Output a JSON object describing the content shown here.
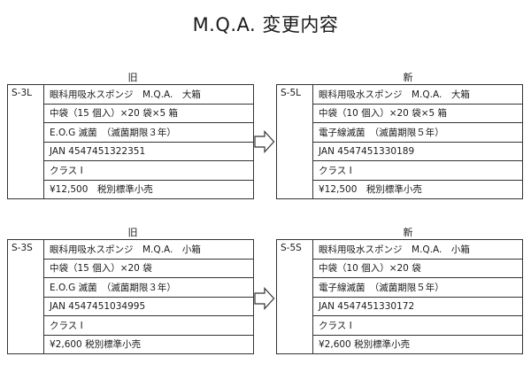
{
  "title": "M.Q.A. 変更内容",
  "arrow_icon": "right-hollow-arrow-icon",
  "sections": [
    {
      "old": {
        "label": "旧",
        "code": "S-3L",
        "rows": [
          "眼科用吸水スポンジ　M.Q.A.　大箱",
          "中袋（15 個入）×20 袋×5 箱",
          "E.O.G 滅菌　（滅菌期限３年）",
          "JAN 4547451322351",
          "クラス I",
          "¥12,500　税別標準小売"
        ]
      },
      "new": {
        "label": "新",
        "code": "S-5L",
        "rows": [
          "眼科用吸水スポンジ　M.Q.A.　大箱",
          "中袋（10 個入）×20 袋×5 箱",
          "電子線滅菌　（滅菌期限５年）",
          "JAN 4547451330189",
          "クラス I",
          "¥12,500　税別標準小売"
        ]
      }
    },
    {
      "old": {
        "label": "旧",
        "code": "S-3S",
        "rows": [
          "眼科用吸水スポンジ　M.Q.A.　小箱",
          "中袋（15 個入）×20 袋",
          "E.O.G 滅菌　（滅菌期限３年）",
          "JAN 4547451034995",
          "クラス I",
          "¥2,600  税別標準小売"
        ]
      },
      "new": {
        "label": "新",
        "code": "S-5S",
        "rows": [
          "眼科用吸水スポンジ　M.Q.A.　小箱",
          "中袋（10 個入）×20 袋",
          "電子線滅菌　（滅菌期限５年）",
          "JAN 4547451330172",
          "クラス I",
          "¥2,600  税別標準小売"
        ]
      }
    }
  ]
}
